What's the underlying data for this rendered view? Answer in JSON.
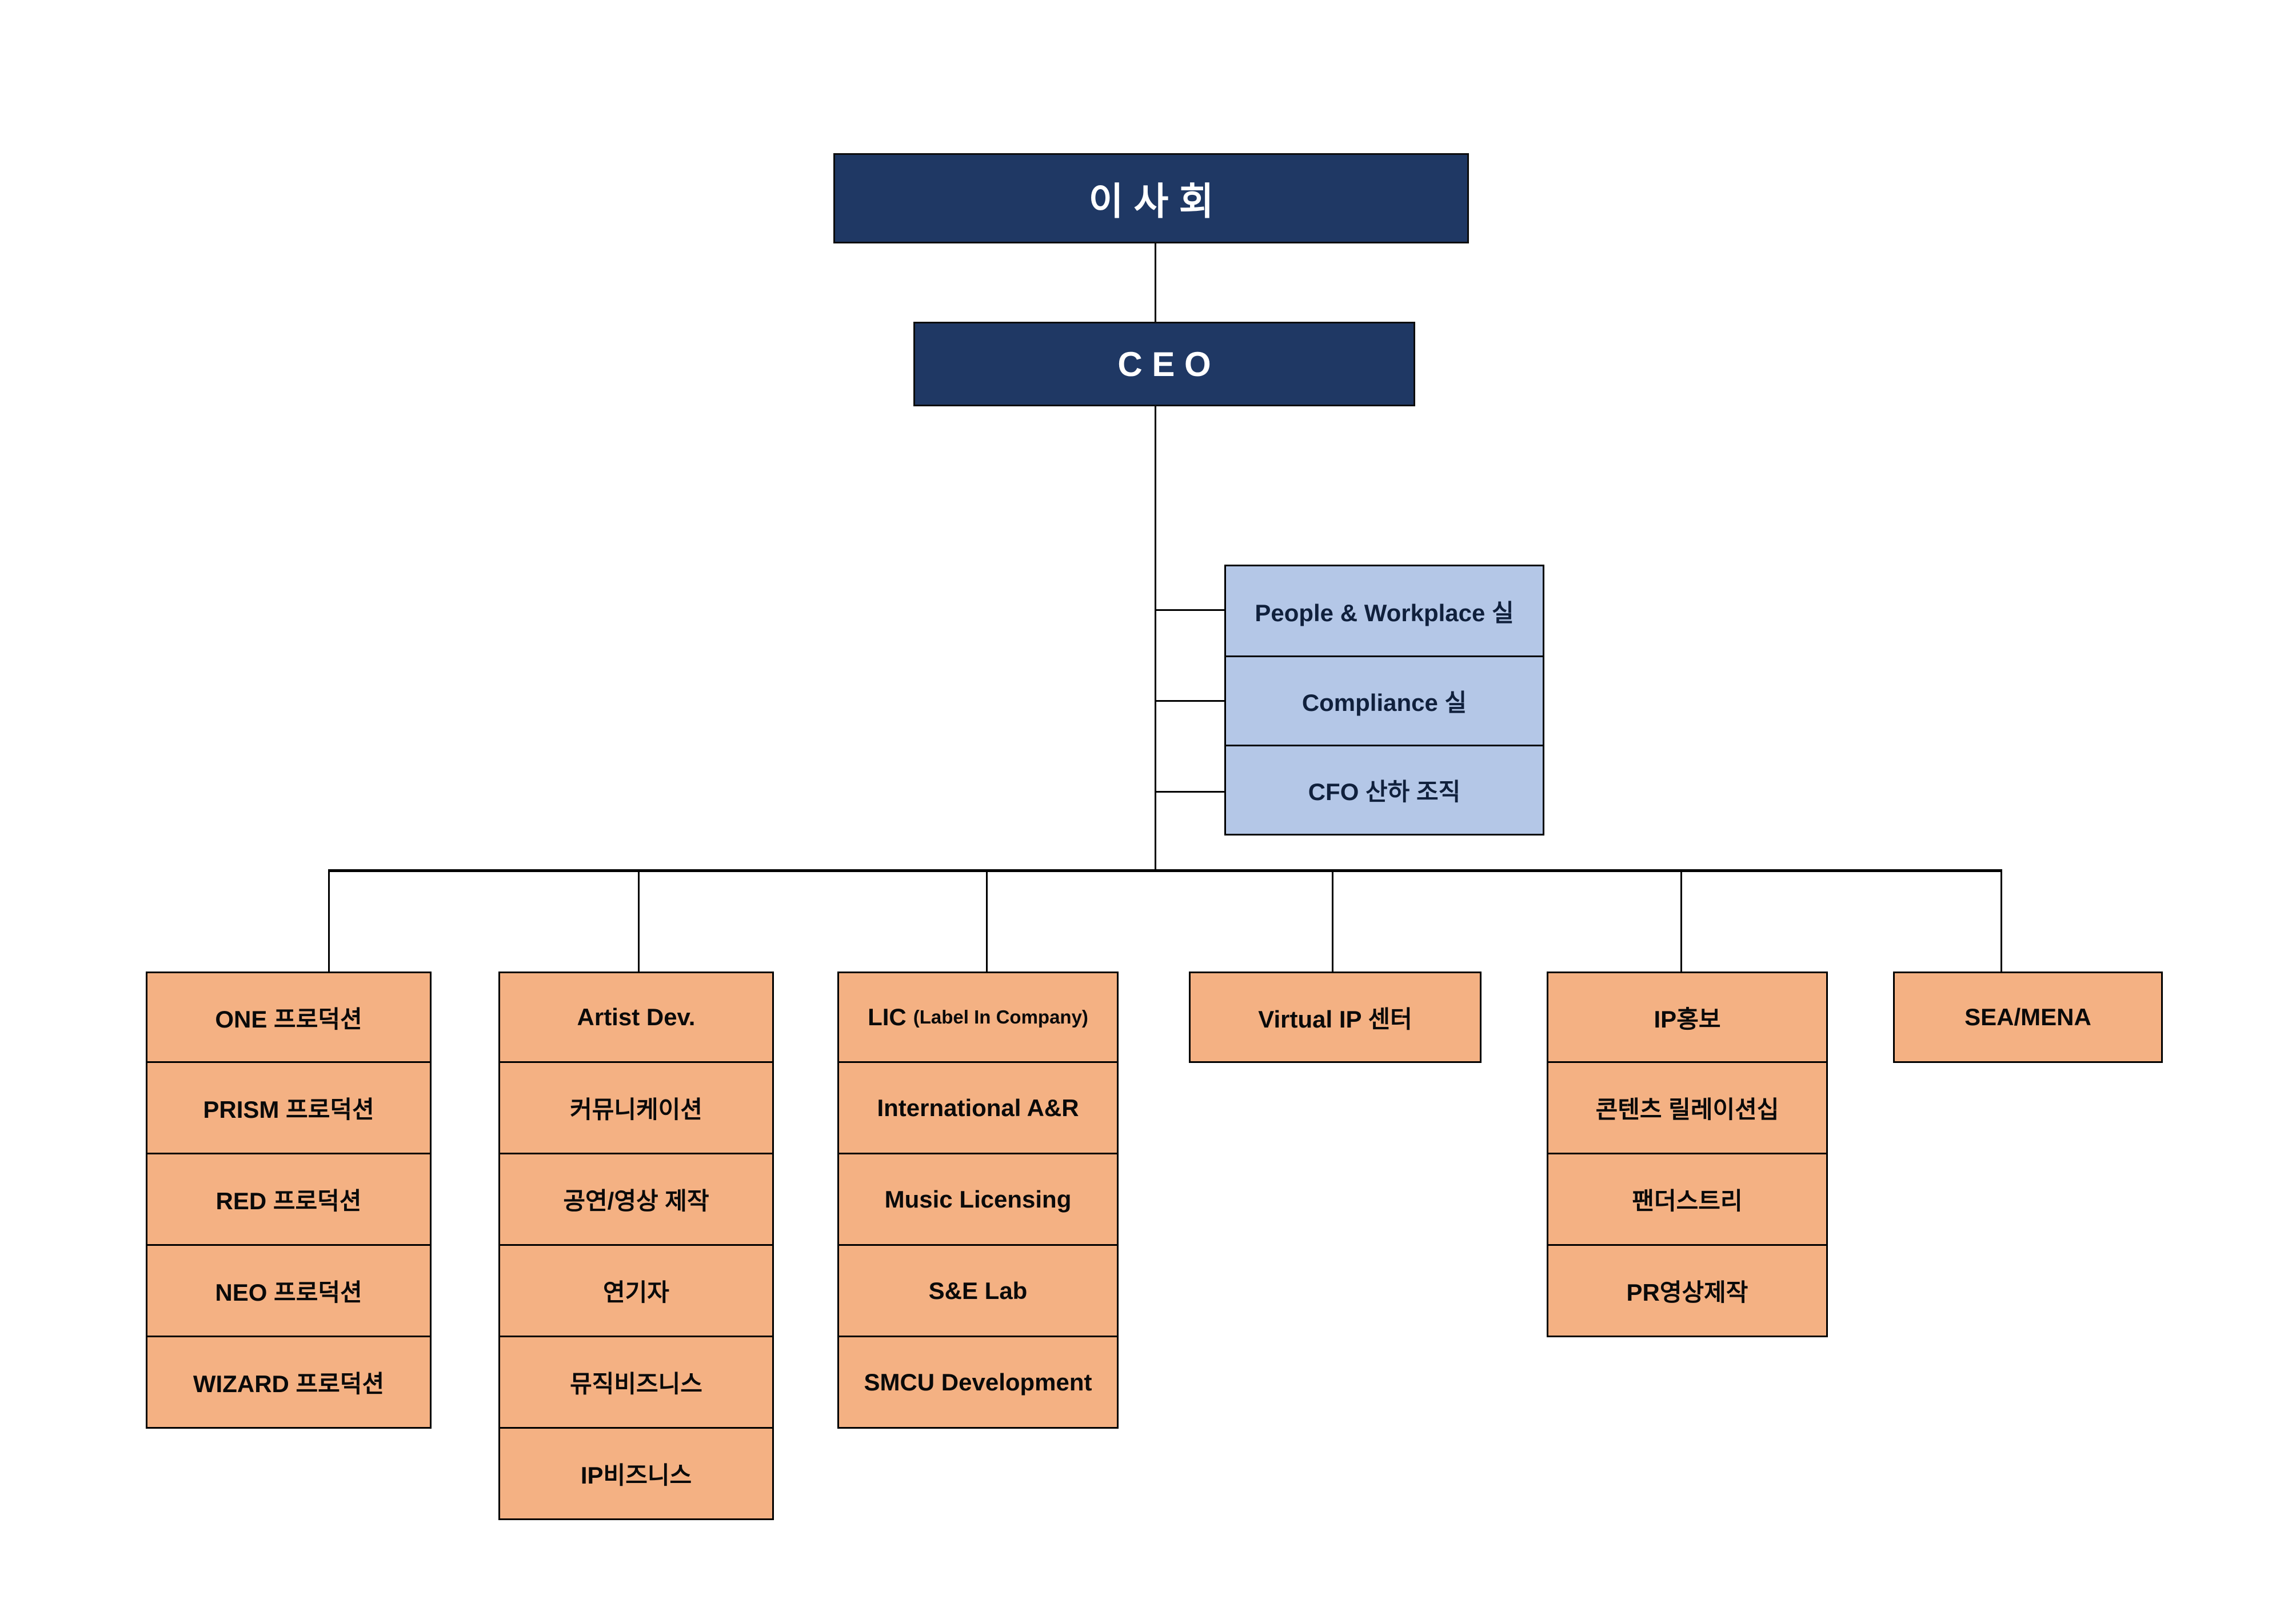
{
  "diagram": {
    "title": "organization-chart",
    "board": {
      "label": "이 사 회"
    },
    "ceo": {
      "label": "C E O"
    },
    "staff_units": [
      {
        "label": "People & Workplace 실"
      },
      {
        "label": "Compliance 실"
      },
      {
        "label": "CFO 산하 조직"
      }
    ],
    "divisions": [
      {
        "name": "one-production-column",
        "items": [
          {
            "label": "ONE 프로덕션"
          },
          {
            "label": "PRISM 프로덕션"
          },
          {
            "label": "RED 프로덕션"
          },
          {
            "label": "NEO 프로덕션"
          },
          {
            "label": "WIZARD 프로덕션"
          }
        ]
      },
      {
        "name": "artist-dev-column",
        "items": [
          {
            "label": "Artist Dev."
          },
          {
            "label": "커뮤니케이션"
          },
          {
            "label": "공연/영상 제작"
          },
          {
            "label": "연기자"
          },
          {
            "label": "뮤직비즈니스"
          },
          {
            "label": "IP비즈니스"
          }
        ]
      },
      {
        "name": "lic-column",
        "items": [
          {
            "label": "LIC",
            "sub": "(Label In Company)"
          },
          {
            "label": "International A&R"
          },
          {
            "label": "Music Licensing"
          },
          {
            "label": "S&E Lab"
          },
          {
            "label": "SMCU Development"
          }
        ]
      },
      {
        "name": "virtual-ip-column",
        "items": [
          {
            "label": "Virtual IP 센터"
          }
        ]
      },
      {
        "name": "ip-pr-column",
        "items": [
          {
            "label": "IP홍보"
          },
          {
            "label": "콘텐츠 릴레이션십"
          },
          {
            "label": "팬더스트리"
          },
          {
            "label": "PR영상제작"
          }
        ]
      },
      {
        "name": "sea-mena-column",
        "items": [
          {
            "label": "SEA/MENA"
          }
        ]
      }
    ],
    "colors": {
      "navy": "#1F3864",
      "light_blue": "#B4C7E7",
      "orange": "#F4B183",
      "line": "#000000",
      "navy_text": "#FFFFFF",
      "box_text": "#0A0A0A"
    }
  }
}
